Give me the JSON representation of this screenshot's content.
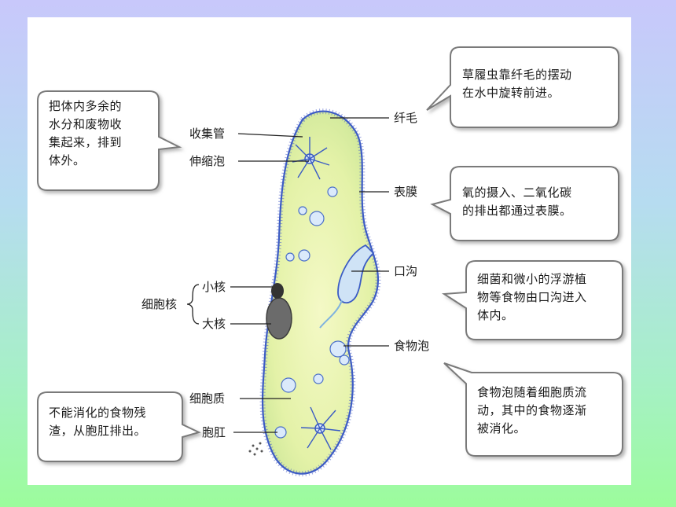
{
  "labels": {
    "cilia": "纤毛",
    "collecting_canal": "收集管",
    "contractile_vacuole": "伸缩泡",
    "pellicle": "表膜",
    "oral_groove": "口沟",
    "nucleus_group": "细胞核",
    "micronucleus": "小核",
    "macronucleus": "大核",
    "food_vacuole": "食物泡",
    "cytoplasm": "细胞质",
    "anal_pore": "胞肛"
  },
  "bubbles": {
    "cilia_note": [
      "草履虫靠纤毛的摆动",
      "在水中旋转前进。"
    ],
    "vacuole_note": [
      "把体内多余的",
      "水分和废物收",
      "集起来，排到",
      "体外。"
    ],
    "pellicle_note": [
      "氧的摄入、二氧化碳",
      "的排出都通过表膜。"
    ],
    "oral_groove_note": [
      "细菌和微小的浮游植",
      "物等食物由口沟进入",
      "体内。"
    ],
    "food_vacuole_note": [
      "食物泡随着细胞质流",
      "动，其中的食物逐渐",
      "被消化。"
    ],
    "anal_pore_note": [
      "不能消化的食物残",
      "渣，从胞肛排出。"
    ]
  },
  "colors": {
    "body_fill": "#e9f5b4",
    "body_outline": "#3b5cc4",
    "cilia": "#4a5fc8",
    "nucleus": "#5a5a5a",
    "bubble_border": "#7a7a7a"
  }
}
